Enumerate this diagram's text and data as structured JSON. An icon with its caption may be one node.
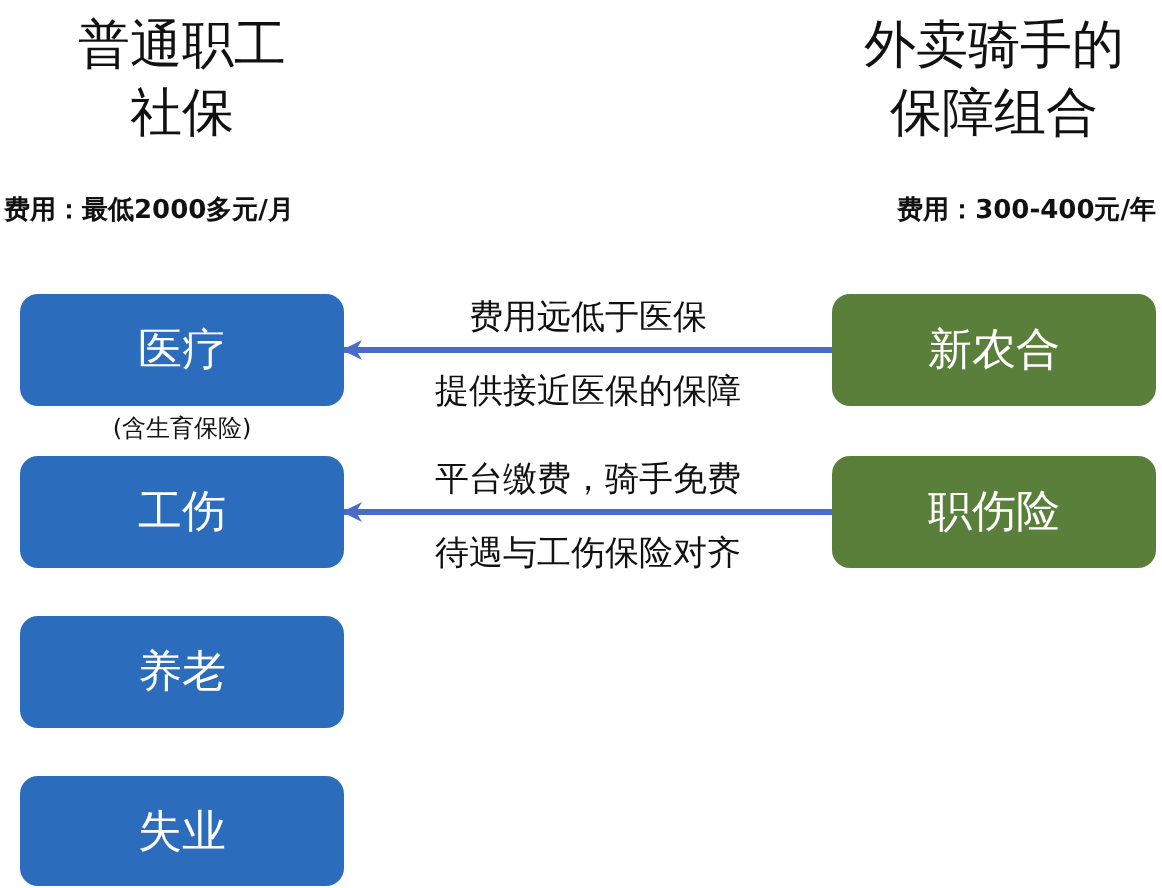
{
  "diagram": {
    "nodes": [
      {
        "text": [
          "医疗"
        ],
        "beside": [
          "(含生育保险)"
        ]
      },
      {
        "text": [
          "工伤"
        ]
      },
      {
        "text": [
          "养老"
        ]
      },
      {
        "text": [
          "失业"
        ]
      },
      {
        "text": [
          "新农合"
        ]
      },
      {
        "text": [
          "职伤险"
        ]
      }
    ],
    "edges": [
      {
        "from": 4,
        "to": 0,
        "arrow": "to",
        "label": "费用远低于医保"
      },
      {
        "from": 5,
        "to": 1,
        "arrow": "to",
        "label": "平台缴费，骑手免费"
      }
    ],
    "labels": [
      "普通职工社保",
      "外卖骑手的保障组合",
      "费用：最低2000多元/月",
      "费用：300-400元/年",
      "提供接近医保的保障",
      "待遇与工伤保险对齐"
    ]
  }
}
